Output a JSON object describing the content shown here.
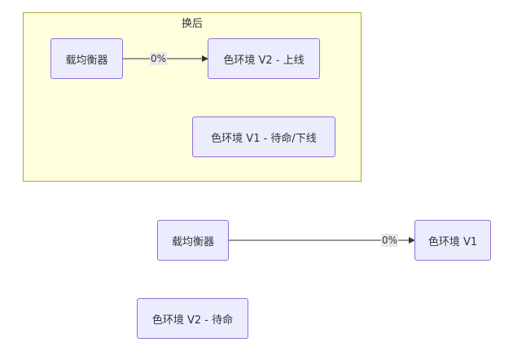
{
  "cluster": {
    "title": "换后"
  },
  "nodes": {
    "lb_after": "载均衡器",
    "env_v2_online": "色环境 V2 - 上线",
    "env_v1_standby": "色环境 V1 - 待命/下线",
    "lb_before": "载均衡器",
    "env_v1": "色环境 V1",
    "env_v2_standby": "色环境 V2 - 待命"
  },
  "edges": {
    "after_label": "0%",
    "before_label": "0%"
  },
  "colors": {
    "node_fill": "#ececff",
    "node_border": "#9370db",
    "cluster_fill": "#ffffde",
    "cluster_border": "#aaaa33",
    "edge": "#333333"
  }
}
